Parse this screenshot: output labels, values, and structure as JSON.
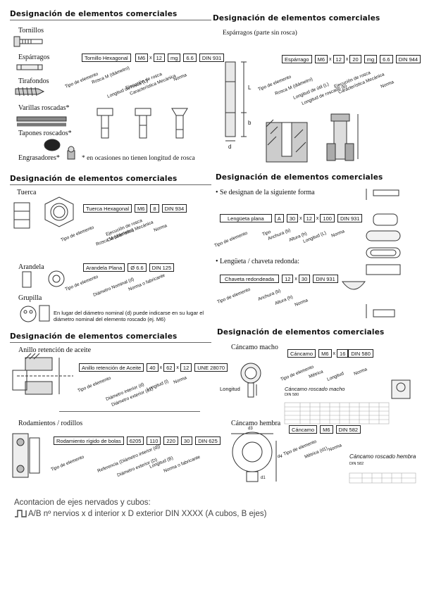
{
  "tl": {
    "title": "Designación de elementos comerciales",
    "labels": [
      "Tornillos",
      "Espárragos",
      "Tirafondos",
      "Varillas roscadas*",
      "Tapones roscados*",
      "Engrasadores*"
    ],
    "note": "* en ocasiones no tienen longitud de rosca",
    "boxes": [
      "Tornillo Hexagonal",
      "M6",
      "x",
      "12",
      "mg",
      "6.6",
      "DIN 931"
    ],
    "rot": [
      "Tipo de elemento",
      "Rosca M (diámetro)",
      "Longitud de rosca (L)",
      "Ejecución de rosca",
      "Característica Mecánica",
      "Norma"
    ]
  },
  "tr": {
    "title": "Designación de elementos comerciales",
    "subtitle": "Espárragos  (parte sin rosca)",
    "boxes": [
      "Espárrago",
      "M6",
      "x",
      "12",
      "x",
      "20",
      "mg",
      "6.6",
      "DIN 944"
    ],
    "rot": [
      "Tipo de elemento",
      "Rosca M (diámetro)",
      "Longitud de útil (L)",
      "Longitud de roscado (b)",
      "Ejecución de rosca",
      "Característica Mecánica",
      "Norma"
    ],
    "dims": [
      "L",
      "b",
      "d"
    ]
  },
  "ml": {
    "title": "Designación de elementos comerciales",
    "tuerca": "Tuerca",
    "tuerca_boxes": [
      "Tuerca Hexagonal",
      "M6",
      "8",
      "DIN 934"
    ],
    "tuerca_rot": [
      "Tipo de elemento",
      "Rosca M (diámetro)",
      "Ejecución de rosca",
      "Característica Mecánica",
      "Norma"
    ],
    "arandela": "Arandela",
    "arandela_boxes": [
      "Arandela Plana",
      "Ø 6.6",
      "DIN 125"
    ],
    "arandela_rot": [
      "Tipo de elemento",
      "Diámetro Nominal (d)",
      "Norma o fabricante"
    ],
    "grupilla": "Grupilla",
    "grupilla_note": "En lugar del diámetro nominal (d) puede indicarse en su lugar el diámetro nominal del elemento roscado (ej. M6)"
  },
  "mr": {
    "title": "Designación de elementos comerciales",
    "bullet1": "Se designan de la siguiente forma",
    "boxes1": [
      "Lengüeta plana",
      "A",
      "30",
      "x",
      "12",
      "x",
      "100",
      "DIN 931"
    ],
    "rot1": [
      "Tipo de elemento",
      "Tipo",
      "Anchura (b)",
      "Altura (h)",
      "Longitud (L)",
      "Norma"
    ],
    "bullet2": "Lengüeta / chaveta redonda:",
    "boxes2": [
      "Chaveta redondeada",
      "12",
      "x",
      "30",
      "DIN 931"
    ],
    "rot2": [
      "Tipo de elemento",
      "Anchura (b)",
      "Altura (h)",
      "Norma"
    ]
  },
  "bl": {
    "title": "Designación de elementos comerciales",
    "anillo": "Anillo retención de aceite",
    "anillo_boxes": [
      "Anillo retención de Aceite",
      "40",
      "x",
      "62",
      "x",
      "12",
      "UNE 28070"
    ],
    "anillo_rot": [
      "Tipo de elemento",
      "Diámetro interior (d)",
      "Diámetro exterior (d1)",
      "Longitud (l)",
      "Norma"
    ],
    "rod": "Rodamientos / rodillos",
    "rod_boxes": [
      "Rodamiento rígido de bolas",
      "6205",
      "110",
      "220",
      "30",
      "DIN 625"
    ],
    "rod_rot": [
      "Tipo de elemento",
      "Referencia (Diámetro interior (d))",
      "Diámetro exterior (D)",
      "Longitud (B)",
      "Norma o fabricante"
    ]
  },
  "br": {
    "title": "Designación de elementos comerciales",
    "macho": "Cáncamo macho",
    "macho_boxes": [
      "Cáncamo",
      "M6",
      "x",
      "16",
      "DIN 580"
    ],
    "macho_rot": [
      "Tipo de elemento",
      "Métrica",
      "Longitud",
      "Norma"
    ],
    "longitud": "Longitud",
    "macho_table_title": "Cáncamo roscado macho",
    "macho_table_sub": "DIN 580",
    "hembra": "Cáncamo hembra",
    "hembra_boxes": [
      "Cáncamo",
      "M6",
      "DIN 582"
    ],
    "hembra_rot": [
      "Tipo de elemento",
      "Métrica (d1)",
      "Norma"
    ],
    "hembra_table_title": "Cáncamo roscado hembra",
    "hembra_table_sub": "DIN 582",
    "dims": [
      "d3",
      "d4",
      "d1"
    ]
  },
  "footer": {
    "line1": "Acontacion de ejes nervados y cubos:",
    "line2": "A/B nº nervios x d interior x D exterior DIN XXXX  (A cubos, B ejes)"
  }
}
